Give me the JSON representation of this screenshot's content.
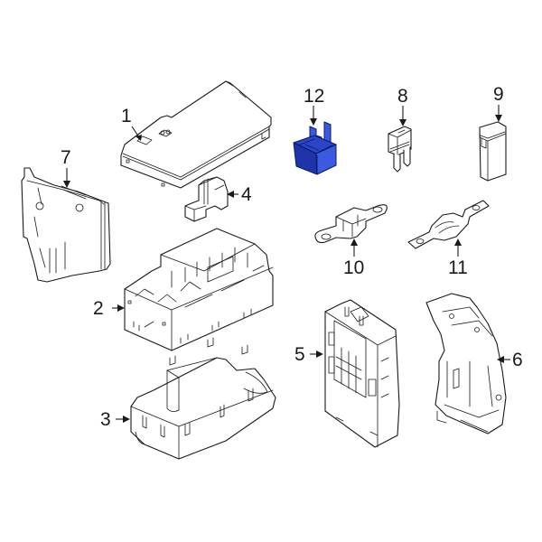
{
  "diagram": {
    "type": "exploded-parts-diagram",
    "highlight_color": "#2a45c8",
    "highlighted_part": "12",
    "callouts": [
      {
        "id": "1",
        "label": "1",
        "part": "fuse-box-cover"
      },
      {
        "id": "2",
        "label": "2",
        "part": "fuse-relay-box"
      },
      {
        "id": "3",
        "label": "3",
        "part": "fuse-box-lower-tray"
      },
      {
        "id": "4",
        "label": "4",
        "part": "connector"
      },
      {
        "id": "5",
        "label": "5",
        "part": "body-control-module"
      },
      {
        "id": "6",
        "label": "6",
        "part": "mounting-bracket"
      },
      {
        "id": "7",
        "label": "7",
        "part": "side-bracket"
      },
      {
        "id": "8",
        "label": "8",
        "part": "mini-blade-fuse"
      },
      {
        "id": "9",
        "label": "9",
        "part": "cartridge-fuse"
      },
      {
        "id": "10",
        "label": "10",
        "part": "bolt-in-fuse-housed"
      },
      {
        "id": "11",
        "label": "11",
        "part": "bolt-in-fuse-strip"
      },
      {
        "id": "12",
        "label": "12",
        "part": "relay"
      }
    ]
  }
}
